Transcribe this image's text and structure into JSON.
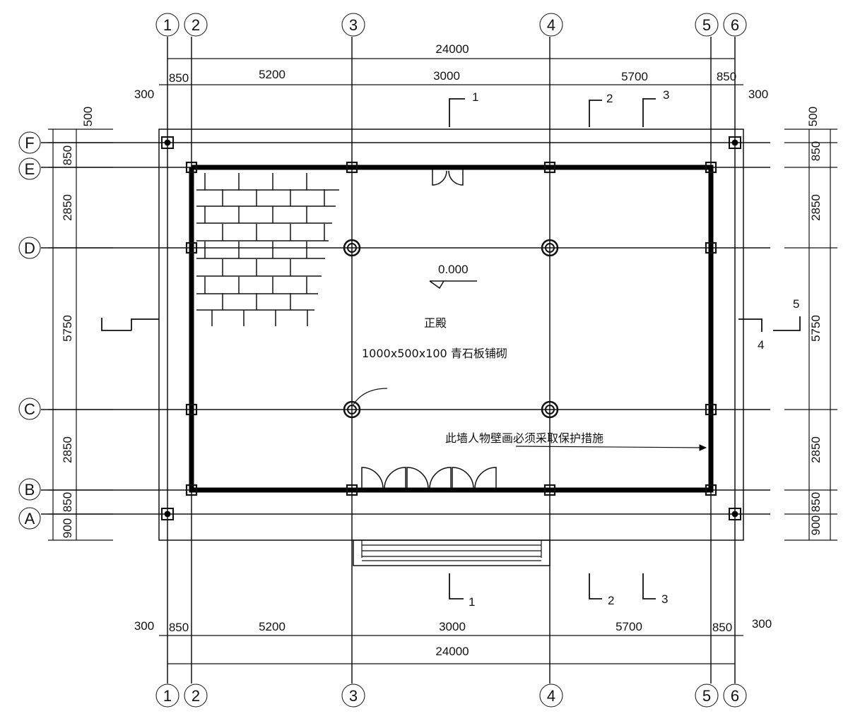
{
  "axes": {
    "columns": [
      "1",
      "2",
      "3",
      "4",
      "5",
      "6"
    ],
    "rows": [
      "A",
      "B",
      "C",
      "D",
      "E",
      "F"
    ]
  },
  "dims_horizontal": {
    "total": "24000",
    "segments": [
      "850",
      "5200",
      "3000",
      "5700",
      "850"
    ],
    "outer_left": "300",
    "outer_right": "300"
  },
  "dims_vertical": {
    "segments_bottom_to_top": [
      "900",
      "850",
      "2850",
      "5750",
      "2850",
      "850",
      "500"
    ]
  },
  "sections": [
    "1",
    "2",
    "3",
    "4",
    "5"
  ],
  "annotations": {
    "elevation": "0.000",
    "room_name": "正殿",
    "floor_spec": "1000x500x100 青石板铺砌",
    "mural_note": "此墙人物壁画必须采取保护措施"
  }
}
